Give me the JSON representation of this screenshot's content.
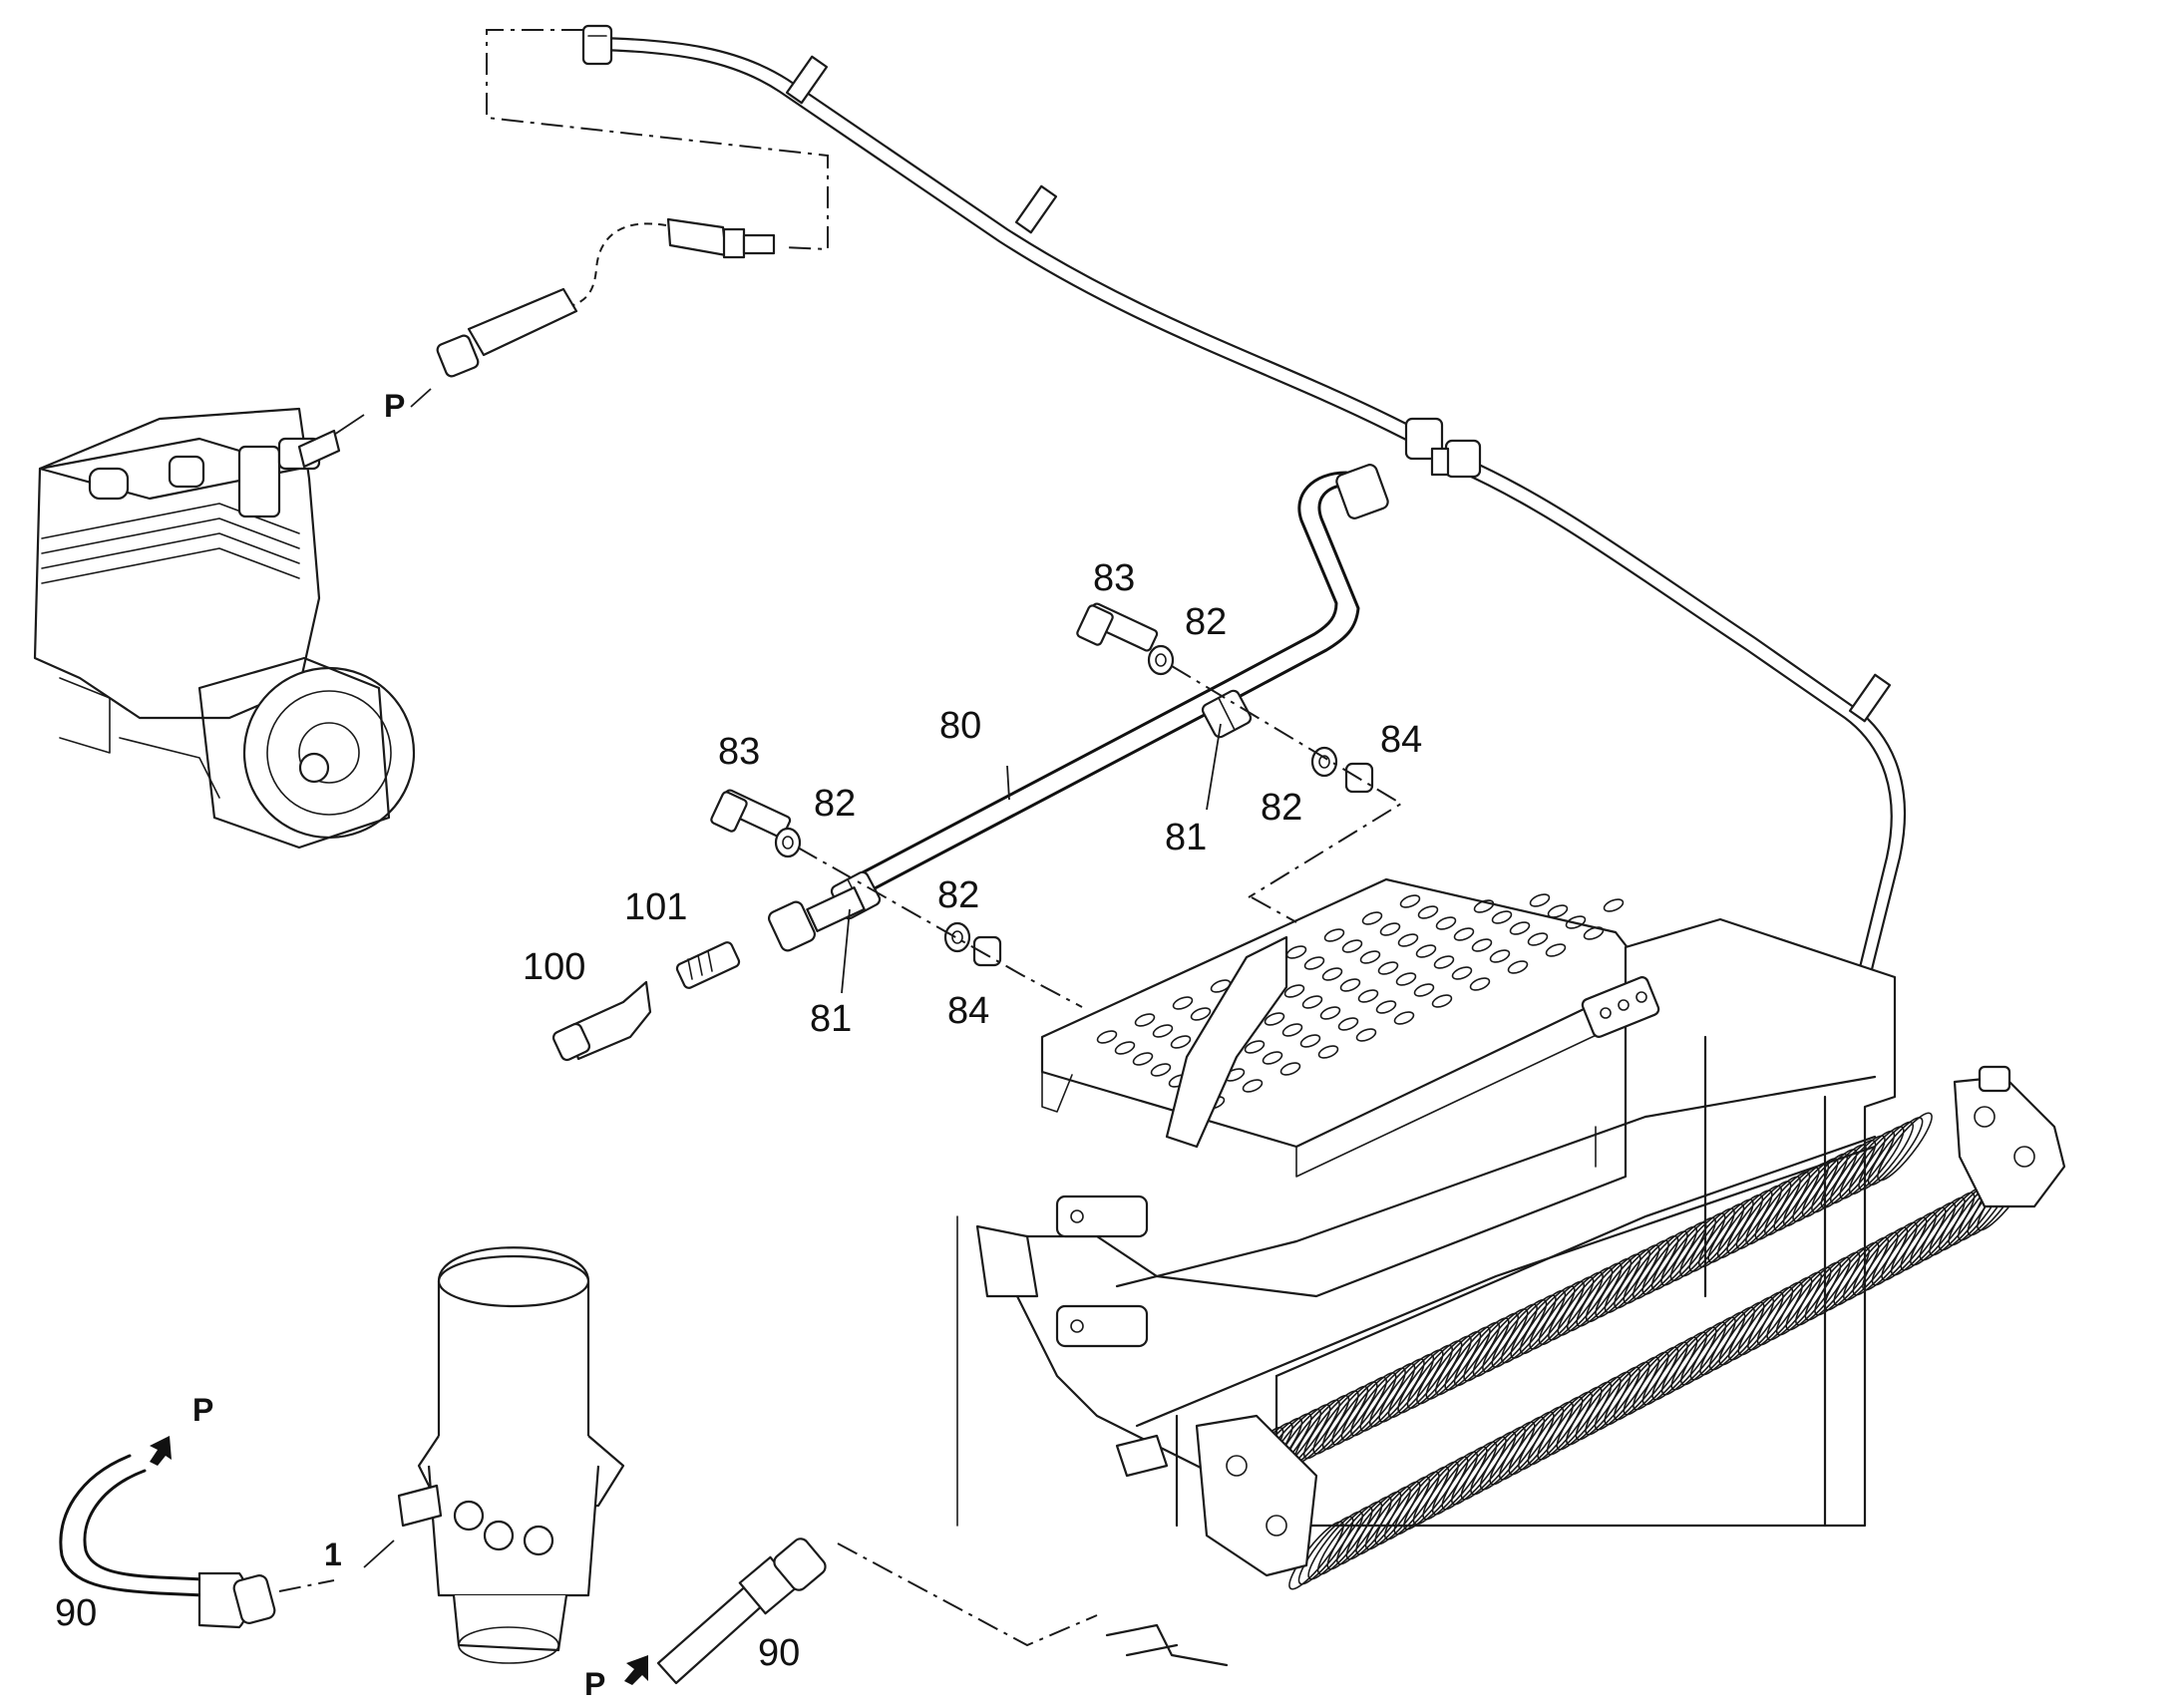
{
  "labels": {
    "p_top": "P",
    "p_left": "P",
    "p_bottom": "P",
    "n80": "80",
    "n81a": "81",
    "n81b": "81",
    "n82a": "82",
    "n82b": "82",
    "n82c": "82",
    "n82d": "82",
    "n83a": "83",
    "n83b": "83",
    "n84a": "84",
    "n84b": "84",
    "n100": "100",
    "n101": "101",
    "n1": "1",
    "n90a": "90",
    "n90b": "90"
  }
}
